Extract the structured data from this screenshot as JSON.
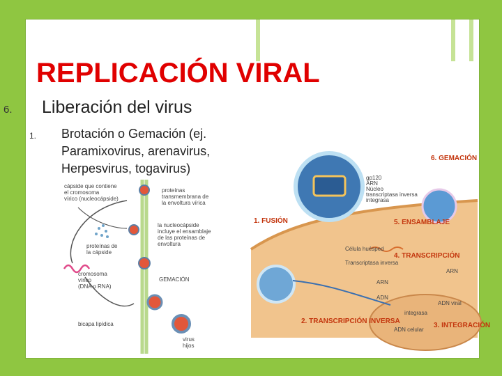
{
  "slide": {
    "title": "REPLICACIÓN VIRAL",
    "level1": {
      "number": "6.",
      "text": "Liberación del virus"
    },
    "level2": {
      "number": "1.",
      "lines": [
        "Brotación o Gemación (ej.",
        "Paramixovirus, arenavirus,",
        "Herpesvirus, togavirus)"
      ]
    }
  },
  "figure_left": {
    "labels": {
      "capsid": [
        "cápside que contiene",
        "el cromosoma",
        "vírico (nucleocápside)"
      ],
      "proteins_top": [
        "proteínas",
        "transmembrana de",
        "la envoltura vírica"
      ],
      "nucleocapsid": [
        "la nucleocápside",
        "incluye el ensamblaje",
        "de las proteínas de",
        "envoltura"
      ],
      "capsid_proteins": [
        "proteínas de",
        "la cápside"
      ],
      "chromosome": [
        "cromosoma",
        "vírico",
        "(DNA o RNA)"
      ],
      "budding": "GEMACIÓN",
      "bilayer": "bicapa lipídica",
      "daughter": [
        "virus",
        "hijos"
      ]
    }
  },
  "figure_right": {
    "steps": [
      "6. GEMACIÓN",
      "1. FUSIÓN",
      "5. ENSAMBLAJE",
      "4. TRANSCRIPCIÓN",
      "2. TRANSCRIPCIÓN INVERSA",
      "3. INTEGRACIÓN"
    ],
    "labels": [
      "gp120",
      "ARN",
      "Núcleo",
      "transcriptasa inversa",
      "integrasa",
      "Célula huésped",
      "Transcriptasa inversa",
      "ARN",
      "ADN",
      "ADN viral",
      "ARN",
      "integrasa",
      "ADN celular"
    ]
  }
}
